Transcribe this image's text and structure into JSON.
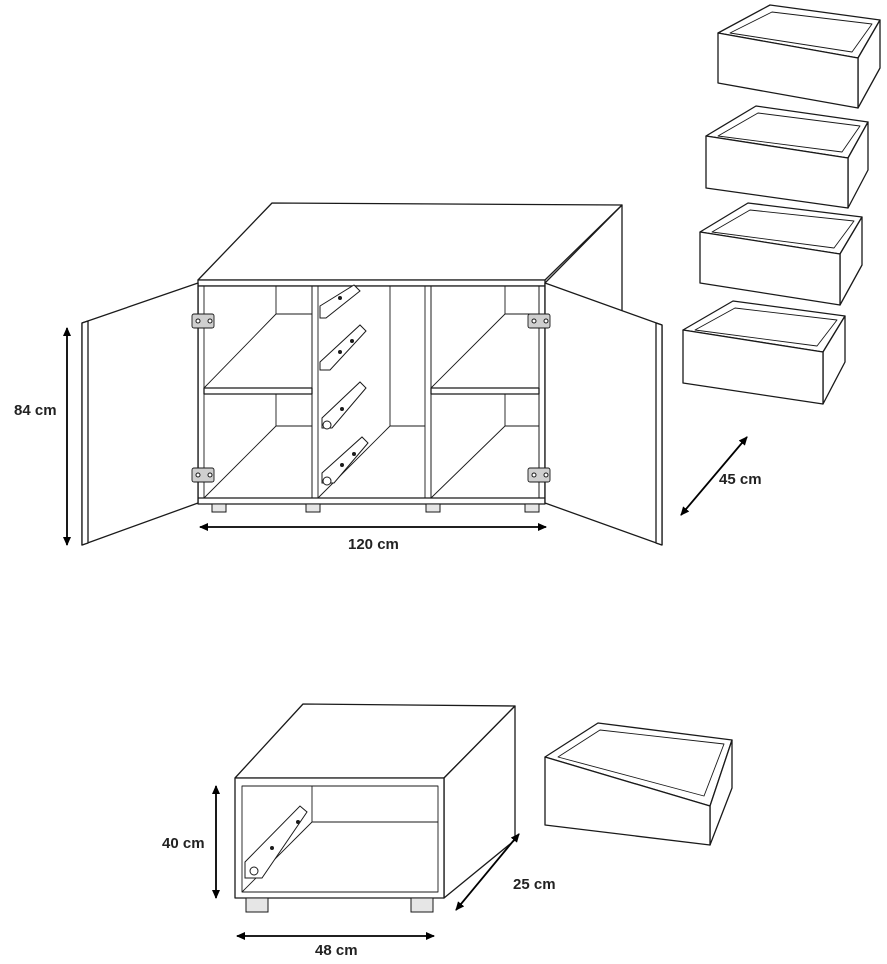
{
  "dimensions": {
    "large_cabinet": {
      "height": "84 cm",
      "width": "120 cm",
      "depth": "45 cm"
    },
    "small_cabinet": {
      "height": "40 cm",
      "width": "48 cm",
      "depth": "25 cm"
    }
  },
  "colors": {
    "line": "#1a1a1a",
    "background": "#ffffff",
    "foot_fill": "#e6e6e6",
    "arrow": "#000000"
  }
}
